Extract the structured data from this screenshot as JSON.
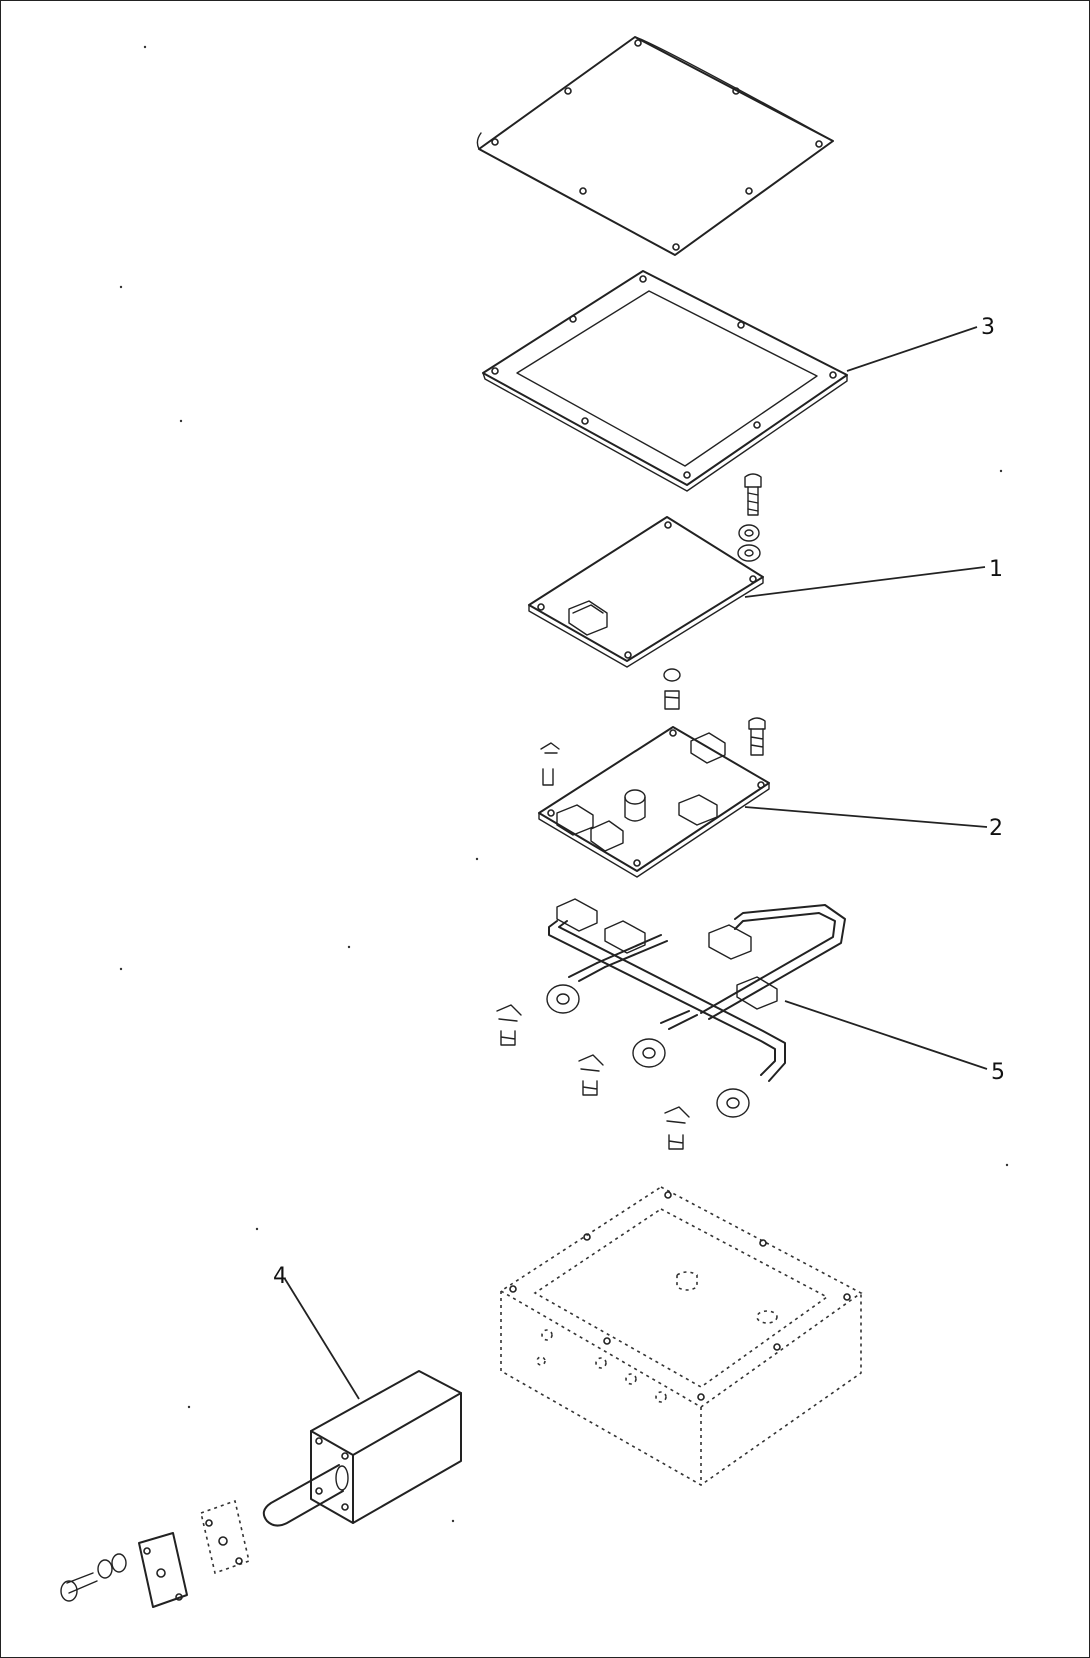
{
  "callouts": {
    "c1": "1",
    "c2": "2",
    "c3": "3",
    "c4": "4",
    "c5": "5"
  },
  "colors": {
    "line": "#222222",
    "background": "#ffffff"
  }
}
